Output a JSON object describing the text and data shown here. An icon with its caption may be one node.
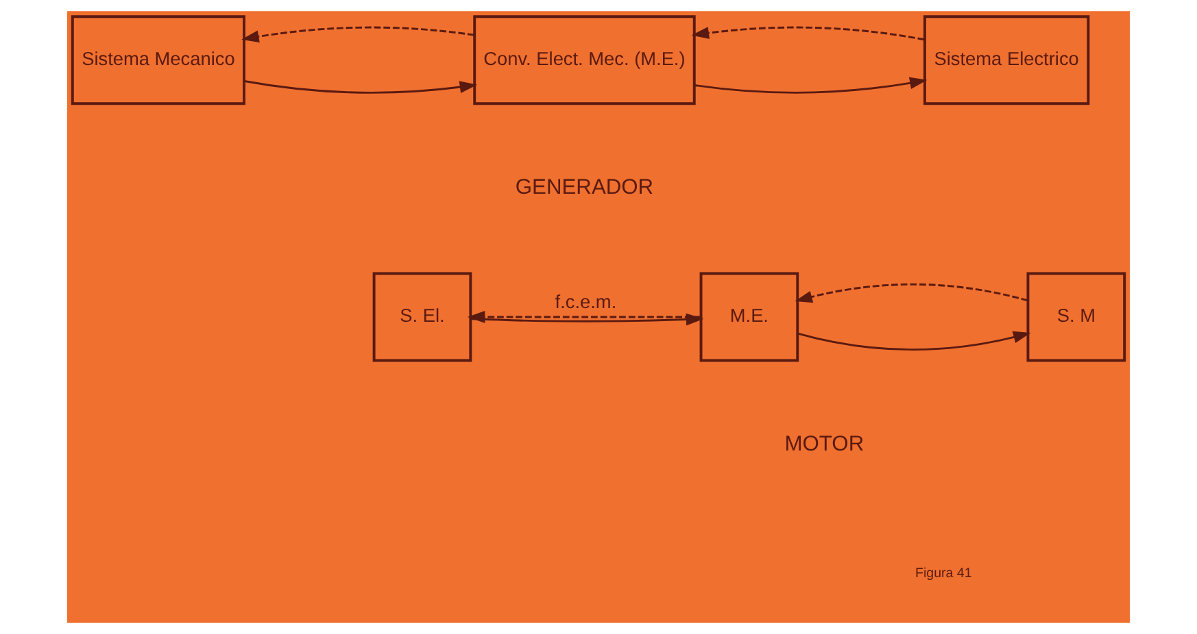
{
  "diagram": {
    "nodes": [
      {
        "text": [
          "Sistema Mecanico"
        ]
      },
      {
        "text": [
          "Conv. Elect. Mec. (M.E.)"
        ]
      },
      {
        "text": [
          "Sistema Electrico"
        ]
      },
      {
        "text": [
          "S. El."
        ]
      },
      {
        "text": [
          "M.E."
        ]
      },
      {
        "text": [
          "S. M"
        ]
      }
    ],
    "edges": [
      {
        "from": 0,
        "to": 1,
        "arrow": "to"
      },
      {
        "from": 1,
        "to": 0,
        "arrow": "to",
        "style": "dashed"
      },
      {
        "from": 1,
        "to": 2,
        "arrow": "to"
      },
      {
        "from": 2,
        "to": 1,
        "arrow": "to",
        "style": "dashed"
      },
      {
        "from": 3,
        "to": 4,
        "arrow": "to"
      },
      {
        "from": 4,
        "to": 3,
        "arrow": "to",
        "style": "dashed",
        "label": "f.c.e.m."
      },
      {
        "from": 4,
        "to": 5,
        "arrow": "to"
      },
      {
        "from": 5,
        "to": 4,
        "arrow": "to",
        "style": "dashed"
      }
    ],
    "labels": [
      "GENERADOR",
      "MOTOR",
      "Figura 41"
    ]
  }
}
